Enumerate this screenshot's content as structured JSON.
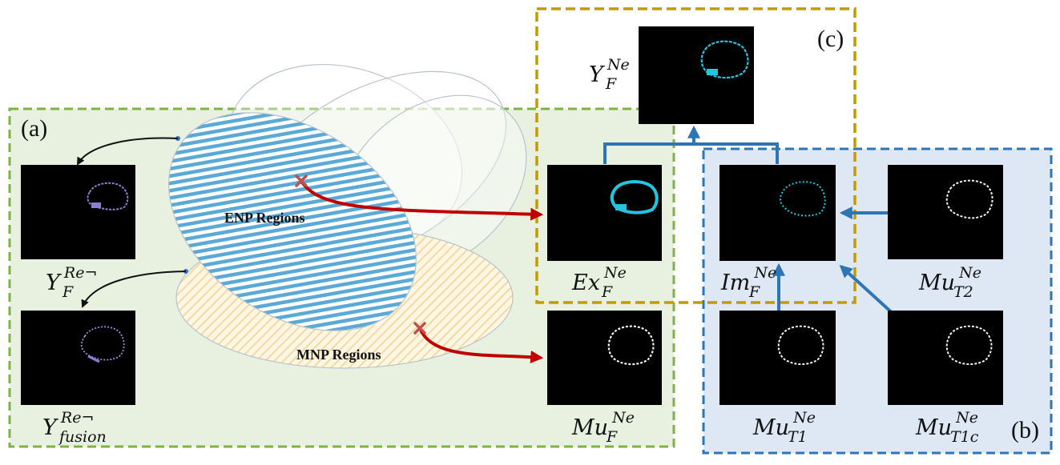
{
  "panels": {
    "a": "(a)",
    "b": "(b)",
    "c": "(c)"
  },
  "regions": {
    "enp": "ENP Regions",
    "mnp": "MNP Regions"
  },
  "labels": {
    "y_f_re": {
      "base": "Y",
      "sup": "Re¬",
      "sub": "F"
    },
    "y_fusion_re": {
      "base": "Y",
      "sup": "Re¬",
      "sub": "fusion"
    },
    "ex_f_ne": {
      "base": "Ex",
      "sup": "Ne",
      "sub": "F"
    },
    "mu_f_ne": {
      "base": "Mu",
      "sup": "Ne",
      "sub": "F"
    },
    "y_f_ne": {
      "base": "Y",
      "sup": "Ne",
      "sub": "F"
    },
    "im_f_ne": {
      "base": "Im",
      "sup": "Ne",
      "sub": "F"
    },
    "mu_t2_ne": {
      "base": "Mu",
      "sup": "Ne",
      "sub": "T2"
    },
    "mu_t1_ne": {
      "base": "Mu",
      "sup": "Ne",
      "sub": "T1"
    },
    "mu_t1c_ne": {
      "base": "Mu",
      "sup": "Ne",
      "sub": "T1c"
    }
  },
  "colors": {
    "green_box": "#7cb342",
    "green_fill": "#e8f1e0",
    "blue_box": "#2e75b6",
    "blue_fill": "#dde8f4",
    "gold_box": "#c49a00",
    "arrow_blue": "#2e75b6",
    "arrow_red": "#c00000",
    "mask_purple": "#8b7fd0",
    "mask_cyan": "#22c5e0",
    "mask_white": "#f2f2f2"
  }
}
